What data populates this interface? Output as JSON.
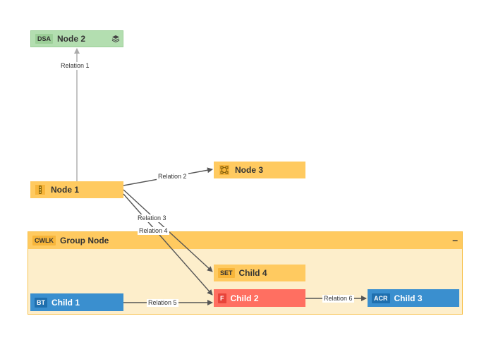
{
  "nodes": {
    "node2": {
      "badge": "DSA",
      "label": "Node 2"
    },
    "node1": {
      "label": "Node 1"
    },
    "node3": {
      "label": "Node 3"
    },
    "child4": {
      "badge": "SET",
      "label": "Child 4"
    },
    "child1": {
      "badge": "BT",
      "label": "Child 1"
    },
    "child2": {
      "badge": "F",
      "label": "Child 2"
    },
    "child3": {
      "badge": "ACR",
      "label": "Child 3"
    }
  },
  "group": {
    "badge": "CWLK",
    "label": "Group Node",
    "collapse": "–"
  },
  "edges": {
    "relation1": "Relation 1",
    "relation2": "Relation 2",
    "relation3": "Relation 3",
    "relation4": "Relation 4",
    "relation5": "Relation 5",
    "relation6": "Relation 6"
  },
  "colors": {
    "green_node": "#b3deb0",
    "orange_node": "#ffca60",
    "blue_node": "#3a8fcf",
    "red_node": "#ff6f61",
    "group_bg": "#fdeecb"
  },
  "icons": {
    "node2": "layers-icon",
    "node1": "traffic-light-icon",
    "node3": "grid-nodes-icon"
  }
}
